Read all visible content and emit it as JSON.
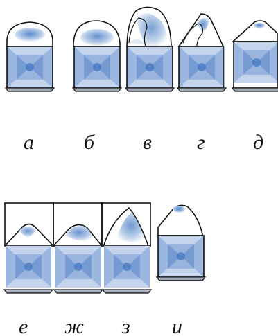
{
  "figure": {
    "labels": {
      "a": "а",
      "b": "б",
      "v": "в",
      "g": "г",
      "d": "д",
      "e": "е",
      "zh": "ж",
      "z": "з",
      "i": "и"
    }
  }
}
